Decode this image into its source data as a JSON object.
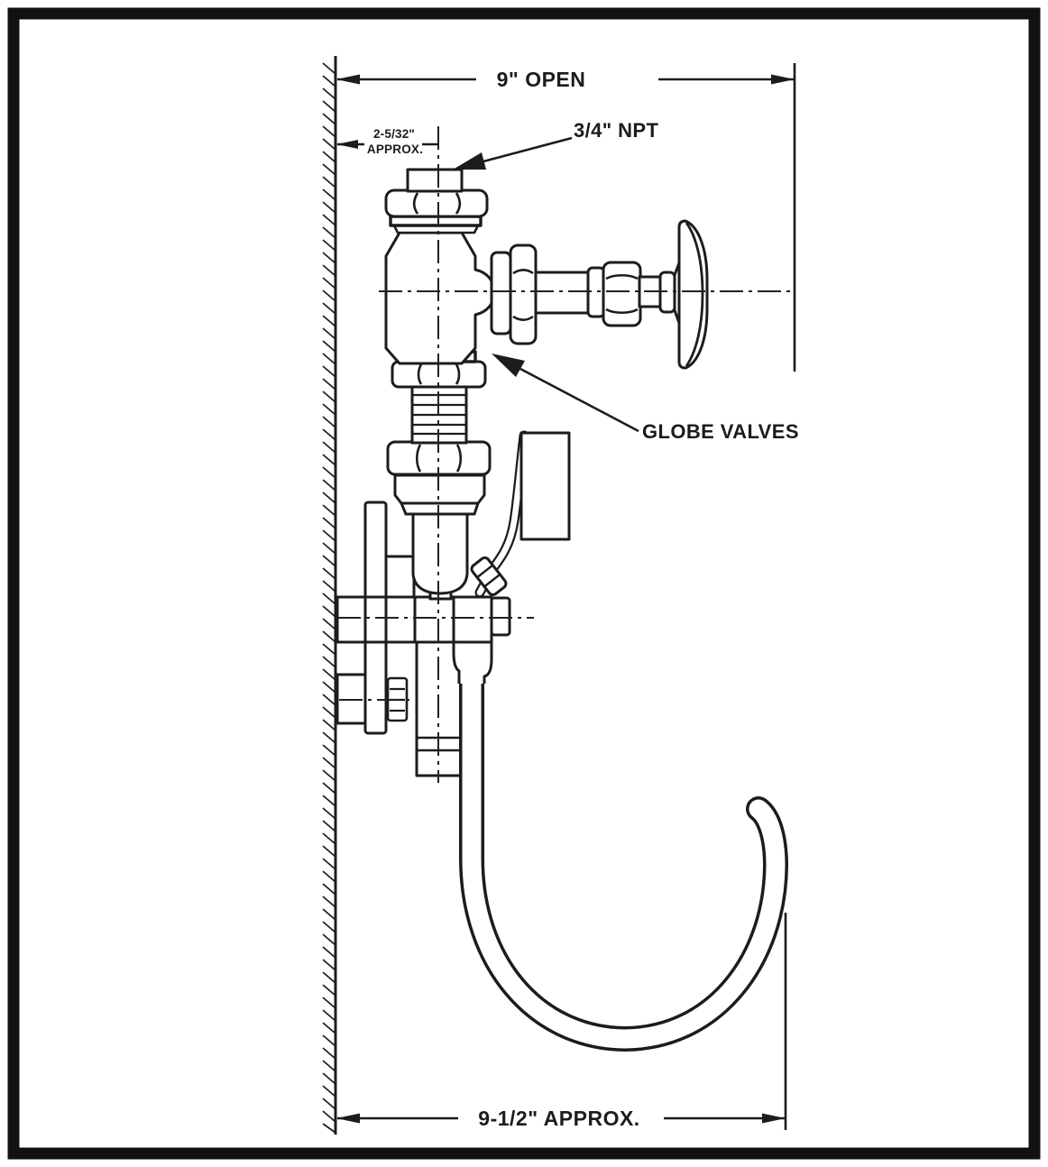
{
  "figure": {
    "type": "technical line drawing",
    "subject": "Wall-mounted bubbler / drinking-fountain fixture with globe valves, installation dimensions",
    "colors": {
      "ink": "#1c1c1c",
      "background": "#ffffff",
      "frame": "#111111"
    },
    "labels": {
      "dim_top": "9\" OPEN",
      "dim_offset_line1": "2-5/32\"",
      "dim_offset_line2": "APPROX.",
      "callout_npt": "3/4\" NPT",
      "callout_globe_valves": "GLOBE VALVES",
      "dim_bottom": "9-1/2\" APPROX."
    }
  }
}
